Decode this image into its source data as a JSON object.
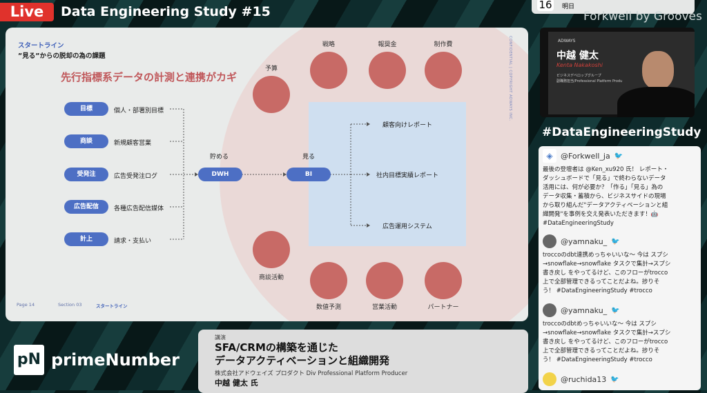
{
  "stream": {
    "live": "Live",
    "title": "Data Engineering Study #15"
  },
  "slide": {
    "section_label": "スタートライン",
    "subtitle": "”見る”からの脱却の為の課題",
    "headline": "先行指標系データの計測と連携がカギ",
    "confidential": "CONFIDENTIAL | COPYRIGHT ADWAYS INC.",
    "sources": [
      {
        "tag": "目標",
        "desc": "個人・部署別目標"
      },
      {
        "tag": "商談",
        "desc": "新規顧客営業"
      },
      {
        "tag": "受発注",
        "desc": "広告受発注ログ"
      },
      {
        "tag": "広告配信",
        "desc": "各種広告配信媒体"
      },
      {
        "tag": "計上",
        "desc": "請求・支払い"
      }
    ],
    "store_label": "貯める",
    "dwh": "DWH",
    "view_label": "見る",
    "bi": "BI",
    "outputs": [
      "顧客向けレポート",
      "社内目標実績レポート",
      "広告運用システム"
    ],
    "circles": [
      "予算",
      "戦略",
      "報奨金",
      "制作費",
      "商談活動",
      "数値予測",
      "営業活動",
      "パートナー"
    ],
    "footer": {
      "page": "Page 14",
      "section": "Section 03",
      "name": "スタートライン"
    }
  },
  "notification": {
    "date": "16",
    "text": "明日"
  },
  "sponsor": "Forkwell by Grooves",
  "video": {
    "company": "ADWAYS",
    "name": "中越 健太",
    "romaji": "Kenta Nakakoshi",
    "dept": "ビジネスデベロップグループ",
    "role": "副職務担当/Professional Platform Produ"
  },
  "hashtag": "#DataEngineeringStudy",
  "tweets": [
    {
      "user": "@Forkwell_ja",
      "text": "最後の登壇者は @Ken_xu920 氏！ レポート・\nダッシュボードで「見る」で終わらないデータ\n活用には、何が必要か？「作る」「見る」為の\nデータ収集・蓄積から、ビジネスサイドの現場\nから取り組んだ\"データアクティベーションと組\n織開発\"を事例を交え発表いただきます！🤖\n#DataEngineeringStudy"
    },
    {
      "user": "@yamnaku_",
      "text": "troccoのdbt連携めっちゃいいな〜 今は スプシ\n→snowflake→snowflake タスクで集計→スプシ\n書き戻し をやってるけど、このフローがtrocco\n上で全部管理できるってことだよね。捗りそ\nう！ #DataEngineeringStudy #trocco"
    },
    {
      "user": "@yamnaku_",
      "text": "troccoのdbtめっちゃいいな〜 今は スプシ\n→snowflake→snowflake タスクで集計→スプシ\n書き戻し をやってるけど、このフローがtrocco\n上で全部管理できるってことだよね。捗りそ\nう！ #DataEngineeringStudy #trocco"
    },
    {
      "user": "@ruchida13",
      "text": ""
    }
  ],
  "brand": {
    "logo": "pN",
    "name": "primeNumber"
  },
  "lower_third": {
    "kind": "講演",
    "title1": "SFA/CRMの構築を通じた",
    "title2": "データアクティベーションと組織開発",
    "affiliation": "株式会社アドウェイズ プロダクト Div Professional Platform Producer",
    "speaker": "中越 健太 氏"
  }
}
